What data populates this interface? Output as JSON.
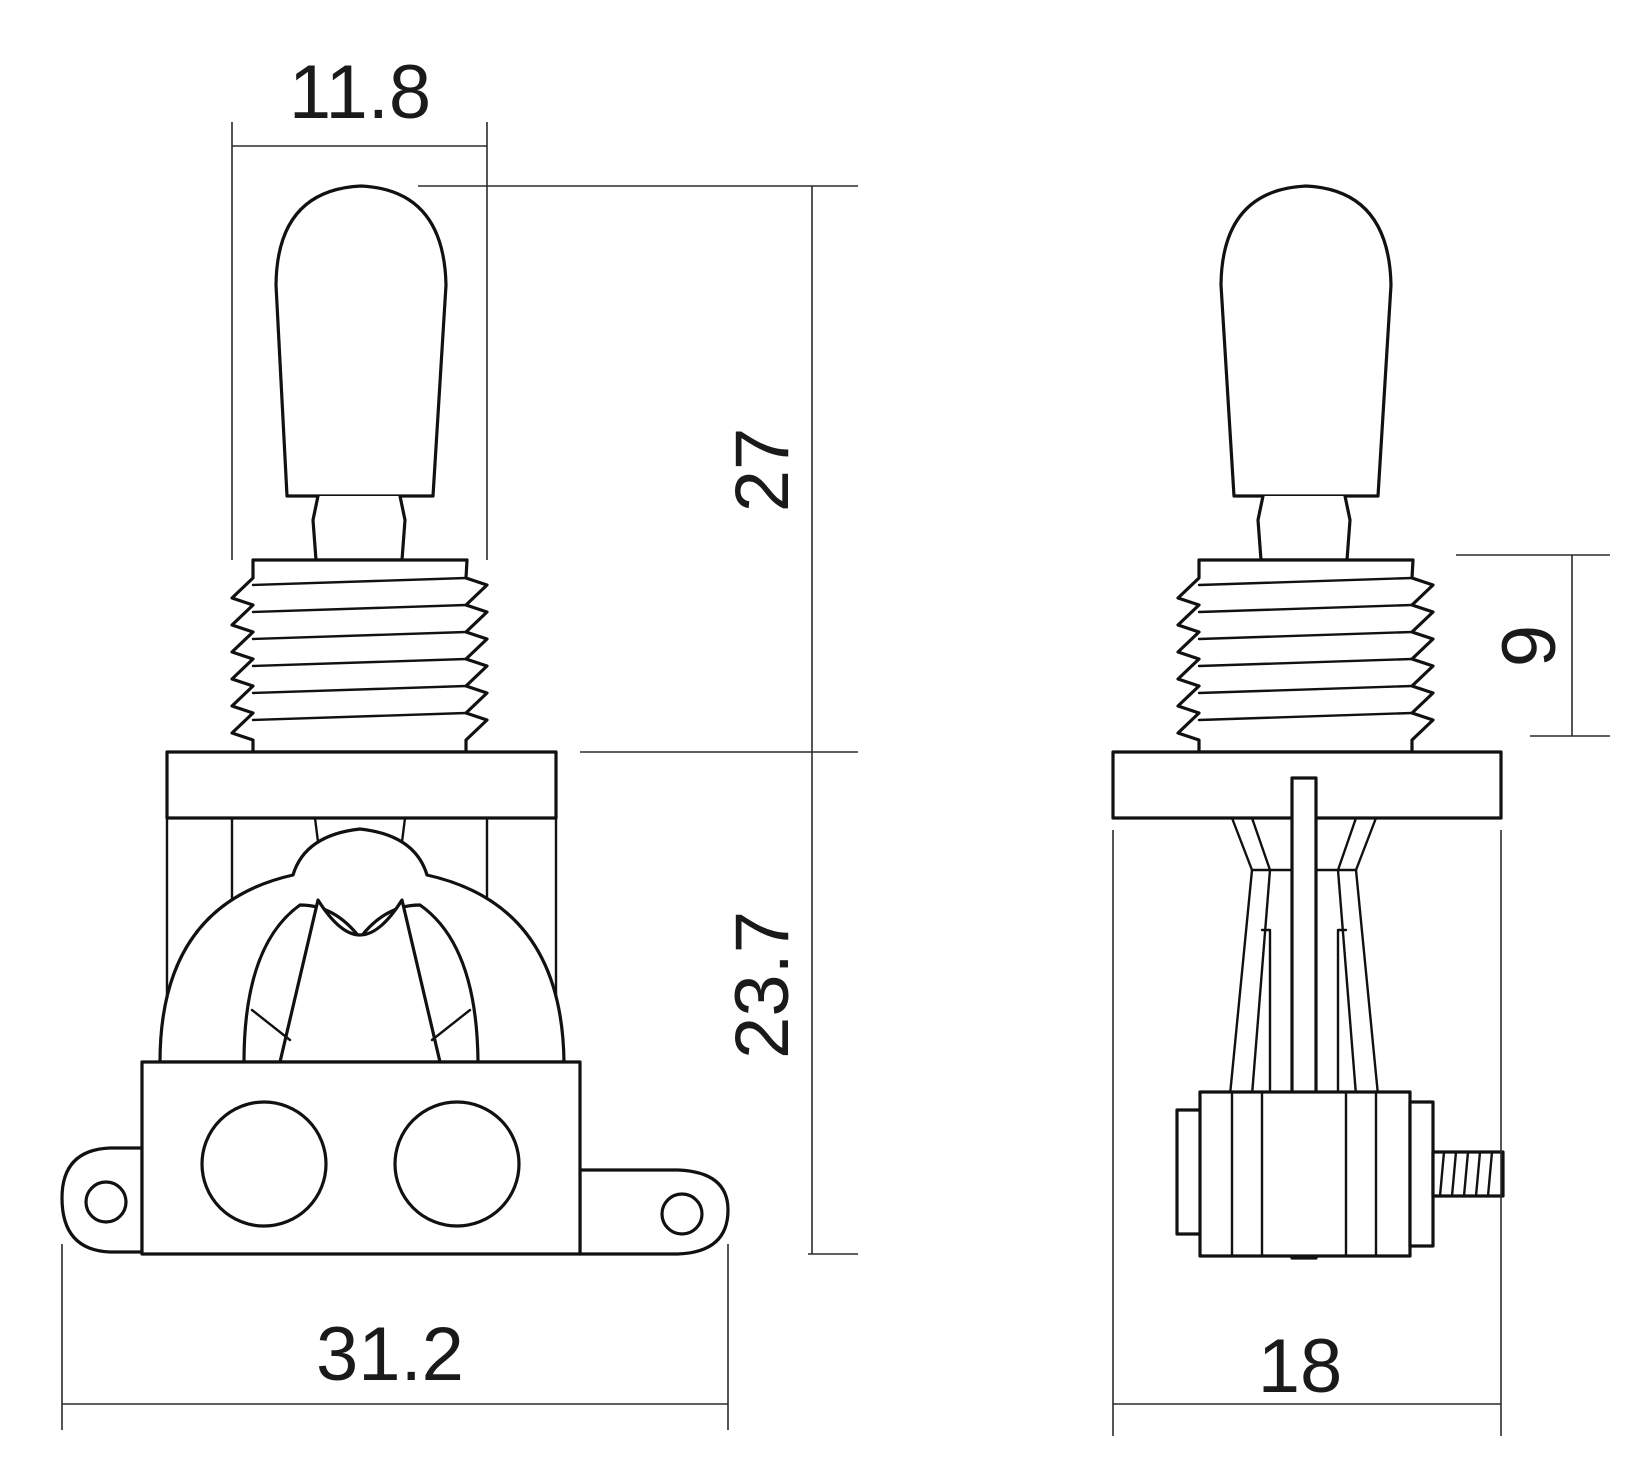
{
  "diagram": {
    "stroke_color": "#111111",
    "dimension_color": "#2b2b2b",
    "background": "#ffffff",
    "dimensions": {
      "tip_width": "11.8",
      "top_height": "27",
      "body_height": "23.7",
      "base_width": "31.2",
      "side_width": "18",
      "thread_height": "9"
    }
  }
}
